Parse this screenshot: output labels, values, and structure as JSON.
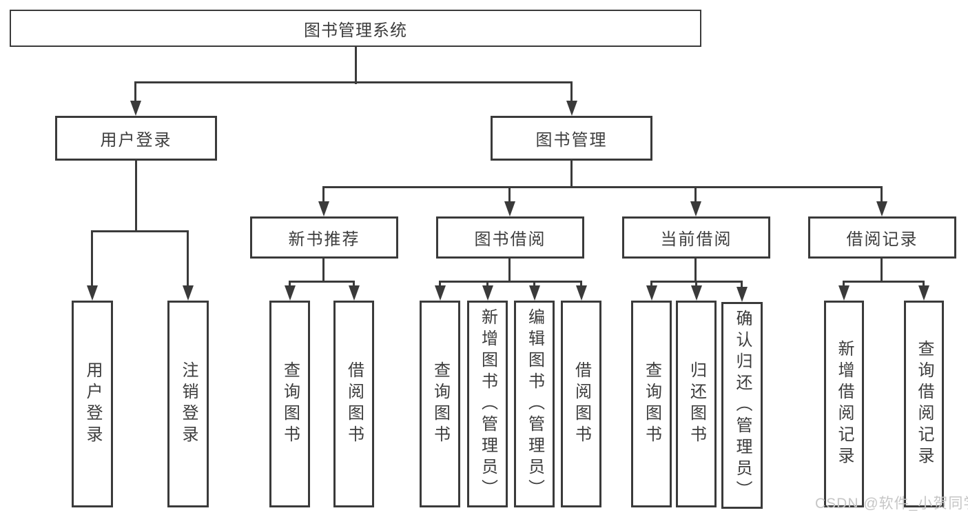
{
  "diagram": {
    "root": {
      "label": "图书管理系统"
    },
    "branches": [
      {
        "label": "用户登录",
        "leaves": [
          "用户登录",
          "注销登录"
        ]
      },
      {
        "label": "图书管理",
        "groups": [
          {
            "label": "新书推荐",
            "leaves": [
              "查询图书",
              "借阅图书"
            ]
          },
          {
            "label": "图书借阅",
            "leaves": [
              "查询图书",
              "新增图书（管理员）",
              "编辑图书（管理员）",
              "借阅图书"
            ]
          },
          {
            "label": "当前借阅",
            "leaves": [
              "查询图书",
              "归还图书",
              "确认归还（管理员）"
            ]
          },
          {
            "label": "借阅记录",
            "leaves": [
              "新增借阅记录",
              "查询借阅记录"
            ]
          }
        ]
      }
    ]
  },
  "watermark": "CSDN @软件_小贺同学",
  "colors": {
    "line": "#3a3a3a",
    "text": "#3d3d3d",
    "background": "#ffffff",
    "watermark": "#c6c6c6"
  }
}
